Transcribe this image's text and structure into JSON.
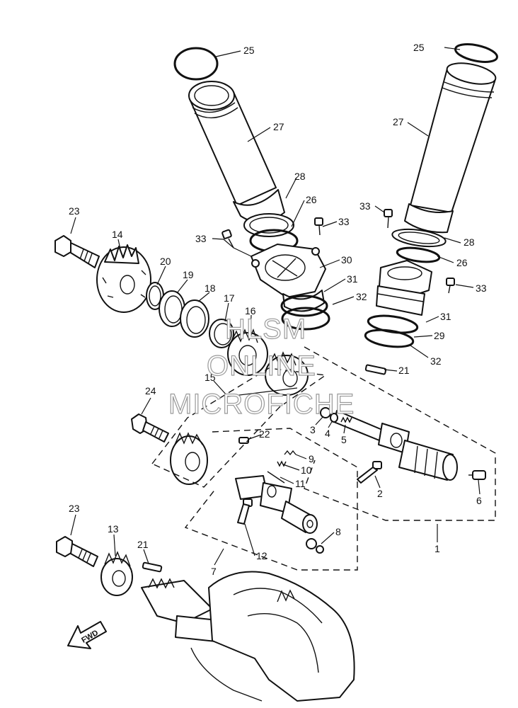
{
  "callouts": {
    "c25a": "25",
    "c25b": "25",
    "c27a": "27",
    "c27b": "27",
    "c28a": "28",
    "c28b": "28",
    "c26a": "26",
    "c26b": "26",
    "c33a": "33",
    "c33b": "33",
    "c33c": "33",
    "c33d": "33",
    "c30": "30",
    "c31a": "31",
    "c31b": "31",
    "c32a": "32",
    "c32b": "32",
    "c29": "29",
    "c23a": "23",
    "c23b": "23",
    "c14": "14",
    "c13": "13",
    "c20": "20",
    "c19": "19",
    "c18": "18",
    "c17": "17",
    "c16": "16",
    "c15": "15",
    "c21a": "21",
    "c21b": "21",
    "c24": "24",
    "c22": "22",
    "c3": "3",
    "c4": "4",
    "c5": "5",
    "c9": "9",
    "c10": "10",
    "c11": "11",
    "c2": "2",
    "c6": "6",
    "c8": "8",
    "c12": "12",
    "c7": "7",
    "c1": "1"
  },
  "watermark": {
    "line1": "HLSM",
    "line2": "ONLINE",
    "line3": "MICROFICHE"
  },
  "fwd_label": "FWD"
}
